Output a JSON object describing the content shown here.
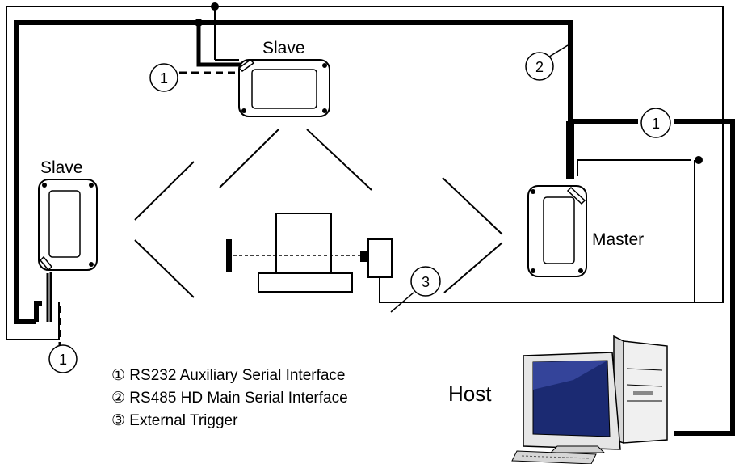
{
  "diagram": {
    "labels": {
      "slave_top": "Slave",
      "slave_left": "Slave",
      "master": "Master",
      "host": "Host"
    },
    "callouts": {
      "c1_top": "1",
      "c2": "2",
      "c1_right": "1",
      "c3": "3",
      "c1_bottom": "1"
    },
    "legend": [
      "① RS232 Auxiliary Serial Interface",
      "② RS485 HD Main Serial Interface",
      "③ External Trigger"
    ]
  }
}
